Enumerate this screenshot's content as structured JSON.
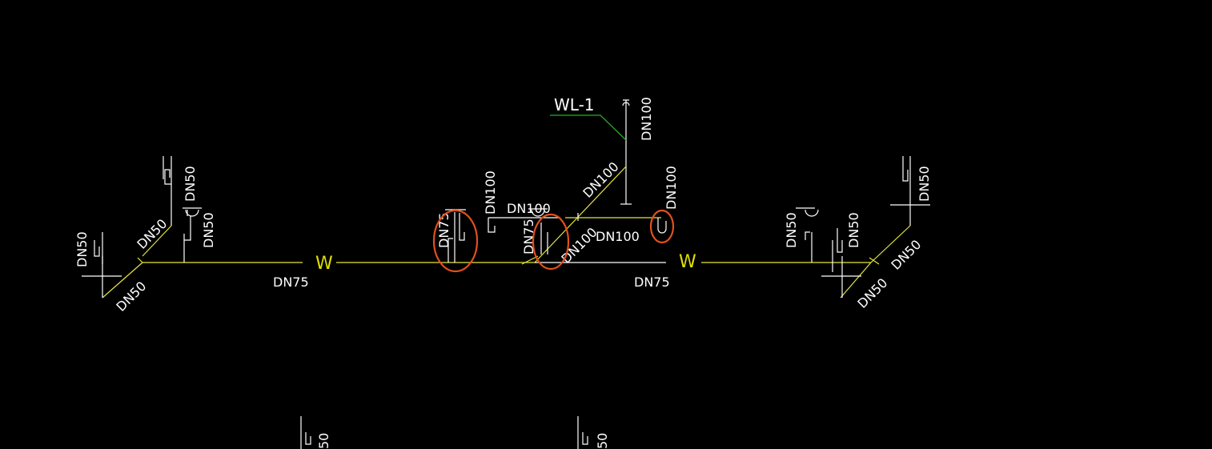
{
  "drawing": {
    "background": "#000000",
    "colors": {
      "pipe_yellow": "#e6e63a",
      "fixture_white": "#ffffff",
      "leader_green": "#21b021",
      "highlight_red": "#e2501c"
    },
    "riser_label": "WL-1",
    "w_marker_left": "W",
    "w_marker_right": "W",
    "labels": {
      "left_dn50_fixture_top": "DN50",
      "left_dn50_fixture_mid": "DN50",
      "left_dn50_fixture_far": "DN50",
      "left_dn50_branch_upper": "DN50",
      "left_dn50_branch_lower": "DN50",
      "left_main_dn75": "DN75",
      "riser_dn100": "DN100",
      "diag_dn100_upper": "DN100",
      "center_dn100_left_riser": "DN100",
      "center_dn100_horizontal": "DN100",
      "center_dn75_fixture": "DN75",
      "center_dn75_second": "DN75",
      "center_dn100_diag_lower": "DN100",
      "center_dn100_right_horizontal": "DN100",
      "center_dn100_right_riser": "DN100",
      "right_main_dn75": "DN75",
      "right_dn50_fixture_a": "DN50",
      "right_dn50_fixture_b": "DN50",
      "right_dn50_fixture_top": "DN50",
      "right_dn50_branch_upper": "DN50",
      "right_dn50_branch_lower": "DN50",
      "bottom_dn50_left": "50",
      "bottom_dn50_right": "50"
    }
  }
}
